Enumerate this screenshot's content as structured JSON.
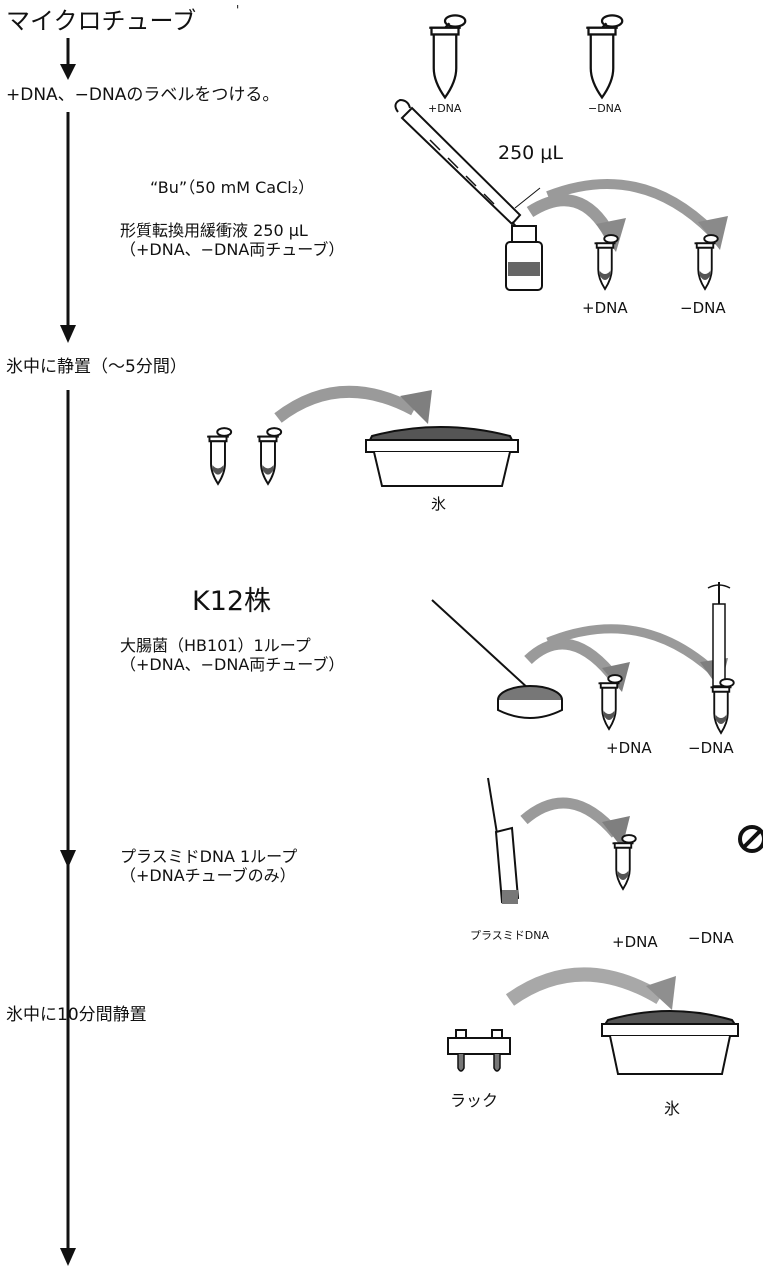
{
  "steps": {
    "title": "マイクロチューブ",
    "title_mark": "'",
    "label_tubes": "+DNA、−DNAのラベルをつける。",
    "ice_5min": "氷中に静置（〜5分間）",
    "ice_10min": "氷中に10分間静置"
  },
  "buffer": {
    "volume": "250 μL",
    "name": "“Bu”（50 mM CaCl₂）",
    "line1": "形質転換用緩衝液  250  μL",
    "line2": "（+DNA、−DNA両チューブ）"
  },
  "bacteria": {
    "strain": "K12株",
    "line1": "大腸菌（HB101）1ループ",
    "line2": "（+DNA、−DNA両チューブ）"
  },
  "plasmid": {
    "line1": "プラスミドDNA  1ループ",
    "line2": "（+DNAチューブのみ）",
    "caption": "プラスミドDNA"
  },
  "tubes": {
    "plus": "+DNA",
    "minus": "−DNA"
  },
  "ice": "氷",
  "rack": "ラック",
  "colors": {
    "ink": "#111111",
    "arrow_gray": "#9a9a9a",
    "liquid": "#555555"
  }
}
